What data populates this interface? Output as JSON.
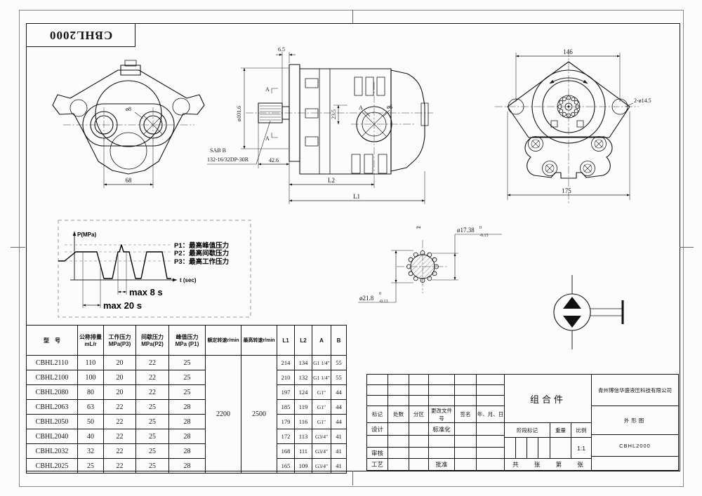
{
  "page": {
    "model_label": "CBHL2000"
  },
  "front_view": {
    "dim_width": "68",
    "port_dia": "ø8"
  },
  "side_view": {
    "dim_gap": "6.5",
    "dim_shaft": "42.6",
    "dim_port": "23.5",
    "port_dia": "ø6",
    "datum": "A",
    "pilot_dia": "ø101.6",
    "l2": "L2",
    "l1": "L1",
    "section_a_top": "A",
    "section_a_bottom": "A",
    "note1": "SAB B",
    "note2": "132-16/32DP-30R"
  },
  "rear_view": {
    "dim_span": "146",
    "dim_width": "175",
    "holes": "2-ø14.5"
  },
  "spline_view": {
    "dia1": "ø17.38",
    "dia1_tol_up": "0",
    "dia1_tol_dn": "-0.13",
    "dia2": "ø21.8",
    "dia2_tol_up": "0",
    "dia2_tol_dn": "-0.13",
    "mark": "#4"
  },
  "pressure_diagram": {
    "y_label": "P(MPa)",
    "x_label": "t (sec)",
    "legend": {
      "p1": "P1：最高峰值压力",
      "p2": "P2：最高间歇压力",
      "p3": "P3：最高工作压力"
    },
    "max_peak": "max 8 s",
    "max_cycle": "max 20 s"
  },
  "spec_table": {
    "h": {
      "model": "型　号",
      "disp1": "公称排量",
      "disp2": "mL/r",
      "p3a": "工作压力",
      "p3b": "MPa(P3)",
      "p2a": "间歇压力",
      "p2b": "MPa(P2)",
      "p1a": "峰值压力",
      "p1b": "MPa (P1)",
      "rated": "额定转速r/min",
      "max": "最高转速r/min",
      "l1": "L1",
      "l2": "L2",
      "a": "A",
      "b": "B"
    },
    "rated_speed": "2200",
    "max_speed": "2500",
    "rows": [
      {
        "model": "CBHL2110",
        "disp": "110",
        "p3": "20",
        "p2": "22",
        "p1": "25",
        "l1": "214",
        "l2": "134",
        "a": "G1 1/4\"",
        "b": "55"
      },
      {
        "model": "CBHL2100",
        "disp": "100",
        "p3": "20",
        "p2": "22",
        "p1": "25",
        "l1": "210",
        "l2": "132",
        "a": "G1 1/4\"",
        "b": "55"
      },
      {
        "model": "CBHL2080",
        "disp": "80",
        "p3": "20",
        "p2": "22",
        "p1": "25",
        "l1": "197",
        "l2": "124",
        "a": "G1\"",
        "b": "44"
      },
      {
        "model": "CBHL2063",
        "disp": "63",
        "p3": "22",
        "p2": "25",
        "p1": "28",
        "l1": "185",
        "l2": "119",
        "a": "G1\"",
        "b": "44"
      },
      {
        "model": "CBHL2050",
        "disp": "50",
        "p3": "22",
        "p2": "25",
        "p1": "28",
        "l1": "179",
        "l2": "116",
        "a": "G1\"",
        "b": "44"
      },
      {
        "model": "CBHL2040",
        "disp": "40",
        "p3": "22",
        "p2": "25",
        "p1": "28",
        "l1": "172",
        "l2": "113",
        "a": "G3/4\"",
        "b": "41"
      },
      {
        "model": "CBHL2032",
        "disp": "32",
        "p3": "22",
        "p2": "25",
        "p1": "28",
        "l1": "168",
        "l2": "111",
        "a": "G3/4\"",
        "b": "41"
      },
      {
        "model": "CBHL2025",
        "disp": "25",
        "p3": "22",
        "p2": "25",
        "p1": "28",
        "l1": "165",
        "l2": "109",
        "a": "G3/4\"",
        "b": "41"
      }
    ]
  },
  "title_block": {
    "rev": {
      "mark": "标记",
      "count": "处数",
      "zone": "分区",
      "doc_no": "更改文件号",
      "sign": "签名",
      "date": "年、月、日"
    },
    "roles": {
      "design": "设计",
      "standard": "标准化",
      "check": "审核",
      "process": "工艺",
      "approve": "批准"
    },
    "assembly": "组合件",
    "stage": "阶段标记",
    "weight": "重量",
    "scale": "比例",
    "scale_value": "1:1",
    "sheet": {
      "total": "共",
      "sheets": "张",
      "no": "第",
      "sheet2": "张"
    },
    "company": "青州博信华盛液压科技有限公司",
    "doc_type": "外形图",
    "drawing_no": "CBHL2000"
  }
}
